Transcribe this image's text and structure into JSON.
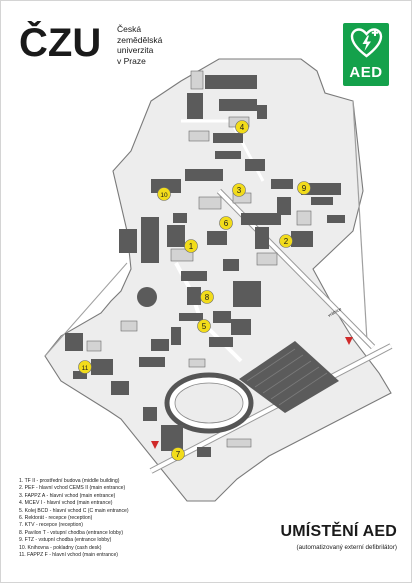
{
  "university": {
    "logo_letters": "ČZU",
    "name_lines": [
      "Česká",
      "zemědělská",
      "univerzita",
      "v Praze"
    ]
  },
  "aed_logo": {
    "label": "AED",
    "icon": "heart-defibrillator-icon",
    "color": "#14a14b"
  },
  "map": {
    "gate_label": "vrátnice",
    "marker_color": "#f2dc1b",
    "markers": [
      "1",
      "2",
      "3",
      "4",
      "5",
      "6",
      "7",
      "8",
      "9",
      "10",
      "11"
    ]
  },
  "legend": [
    "1. TF II - prostřední budova (middle building)",
    "2. PEF - hlavní vchod CEMS II (main entrance)",
    "3. FAPPZ A - hlavní vchod (main entrance)",
    "4. MCEV I - hlavní vchod (main entrance)",
    "5. Kolej BCD - hlavní vchod C (C main entrance)",
    "6. Rektorát - recepce (reception)",
    "7. KTV - recepce (reception)",
    "8. Pavilon T - vstupní chodba (entrance lobby)",
    "9. FTZ - vstupní chodba (entrance lobby)",
    "10. Knihovna - pokladny (cash desk)",
    "11. FAPPZ F - hlavní vchod (main entrance)"
  ],
  "title": "UMÍSTĚNÍ AED",
  "subtitle": "(automatizovaný externí defibrilátor)"
}
